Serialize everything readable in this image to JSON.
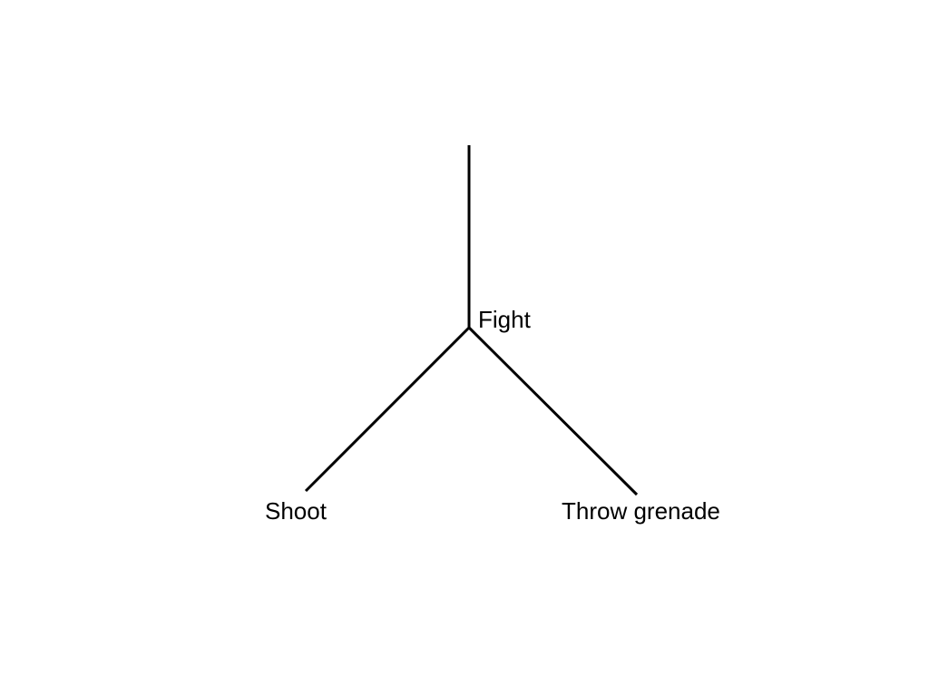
{
  "tree": {
    "root": {
      "label": "Fight"
    },
    "children": [
      {
        "label": "Shoot"
      },
      {
        "label": "Throw grenade"
      }
    ]
  },
  "colors": {
    "line": "#000000",
    "text": "#000000",
    "background": "#ffffff"
  }
}
